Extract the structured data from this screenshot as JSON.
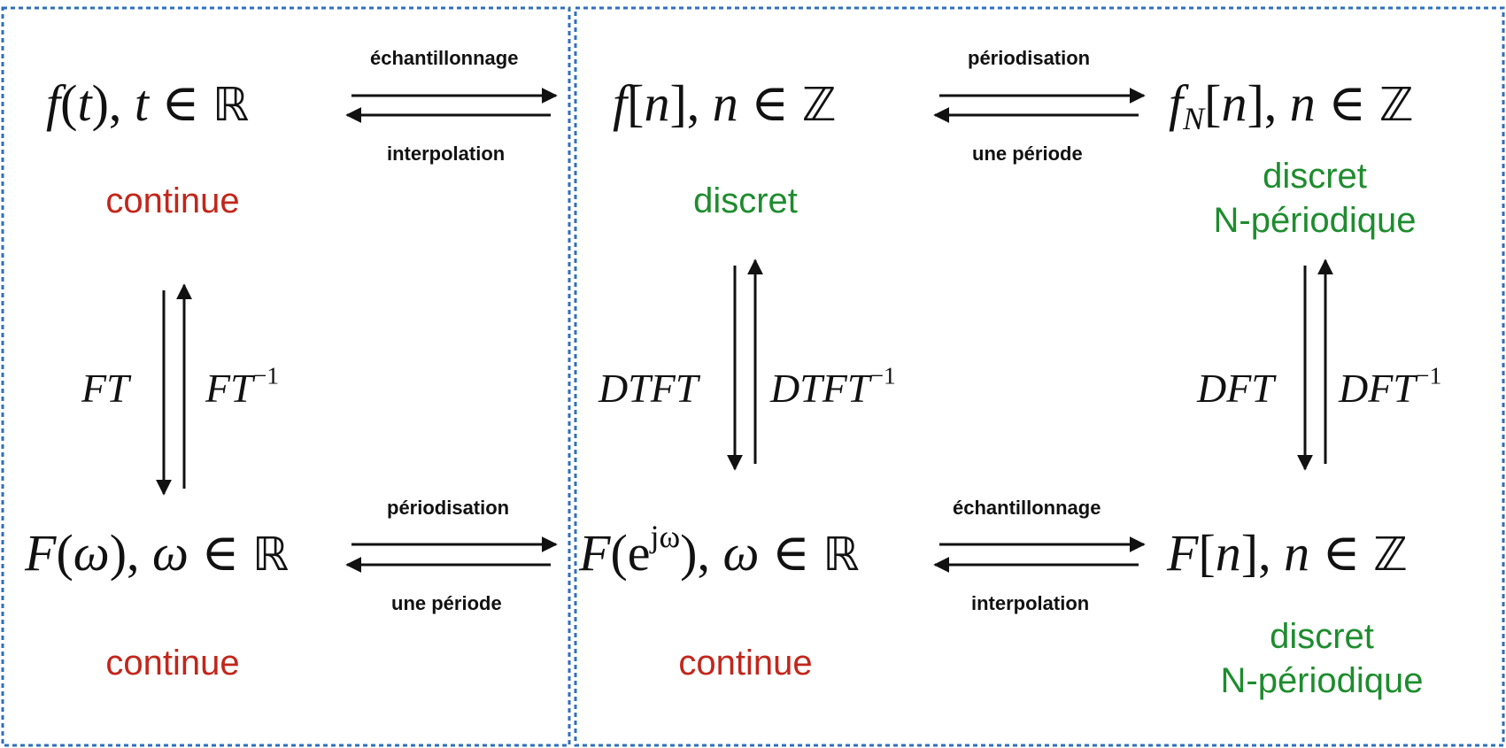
{
  "colors": {
    "continuous": "#c2261b",
    "discrete": "#1e8c2e",
    "frame": "#2f6fbd"
  },
  "nodes": {
    "ft": {
      "func": "f",
      "arg": "t",
      "var": "t",
      "set": "ℝ"
    },
    "fn": {
      "func": "f",
      "arg": "n",
      "var": "n",
      "set": "ℤ"
    },
    "fNn": {
      "func": "f",
      "sub": "N",
      "arg": "n",
      "var": "n",
      "set": "ℤ"
    },
    "Fw": {
      "func": "F",
      "arg": "ω",
      "var": "ω",
      "set": "ℝ"
    },
    "Fejw": {
      "func": "F",
      "arg_base": "e",
      "arg_sup": "jω",
      "var": "ω",
      "set": "ℝ"
    },
    "Fn": {
      "func": "F",
      "arg": "n",
      "var": "n",
      "set": "ℤ"
    }
  },
  "arrows": {
    "top_left": {
      "forward": "échantillonnage",
      "backward": "interpolation"
    },
    "top_right": {
      "forward": "périodisation",
      "backward": "une période"
    },
    "bottom_left": {
      "forward": "périodisation",
      "backward": "une période"
    },
    "bottom_right": {
      "forward": "échantillonnage",
      "backward": "interpolation"
    }
  },
  "transforms": {
    "ft": {
      "forward": "FT",
      "inverse": "FT",
      "inverse_exp": "−1"
    },
    "dtft": {
      "forward": "DTFT",
      "inverse": "DTFT",
      "inverse_exp": "−1"
    },
    "dft": {
      "forward": "DFT",
      "inverse": "DFT",
      "inverse_exp": "−1"
    }
  },
  "properties": {
    "ft": "continue",
    "fn": "discret",
    "fNn": {
      "line1": "discret",
      "line2": "N-périodique"
    },
    "Fw": "continue",
    "Fejw": "continue",
    "Fn": {
      "line1": "discret",
      "line2": "N-périodique"
    }
  }
}
